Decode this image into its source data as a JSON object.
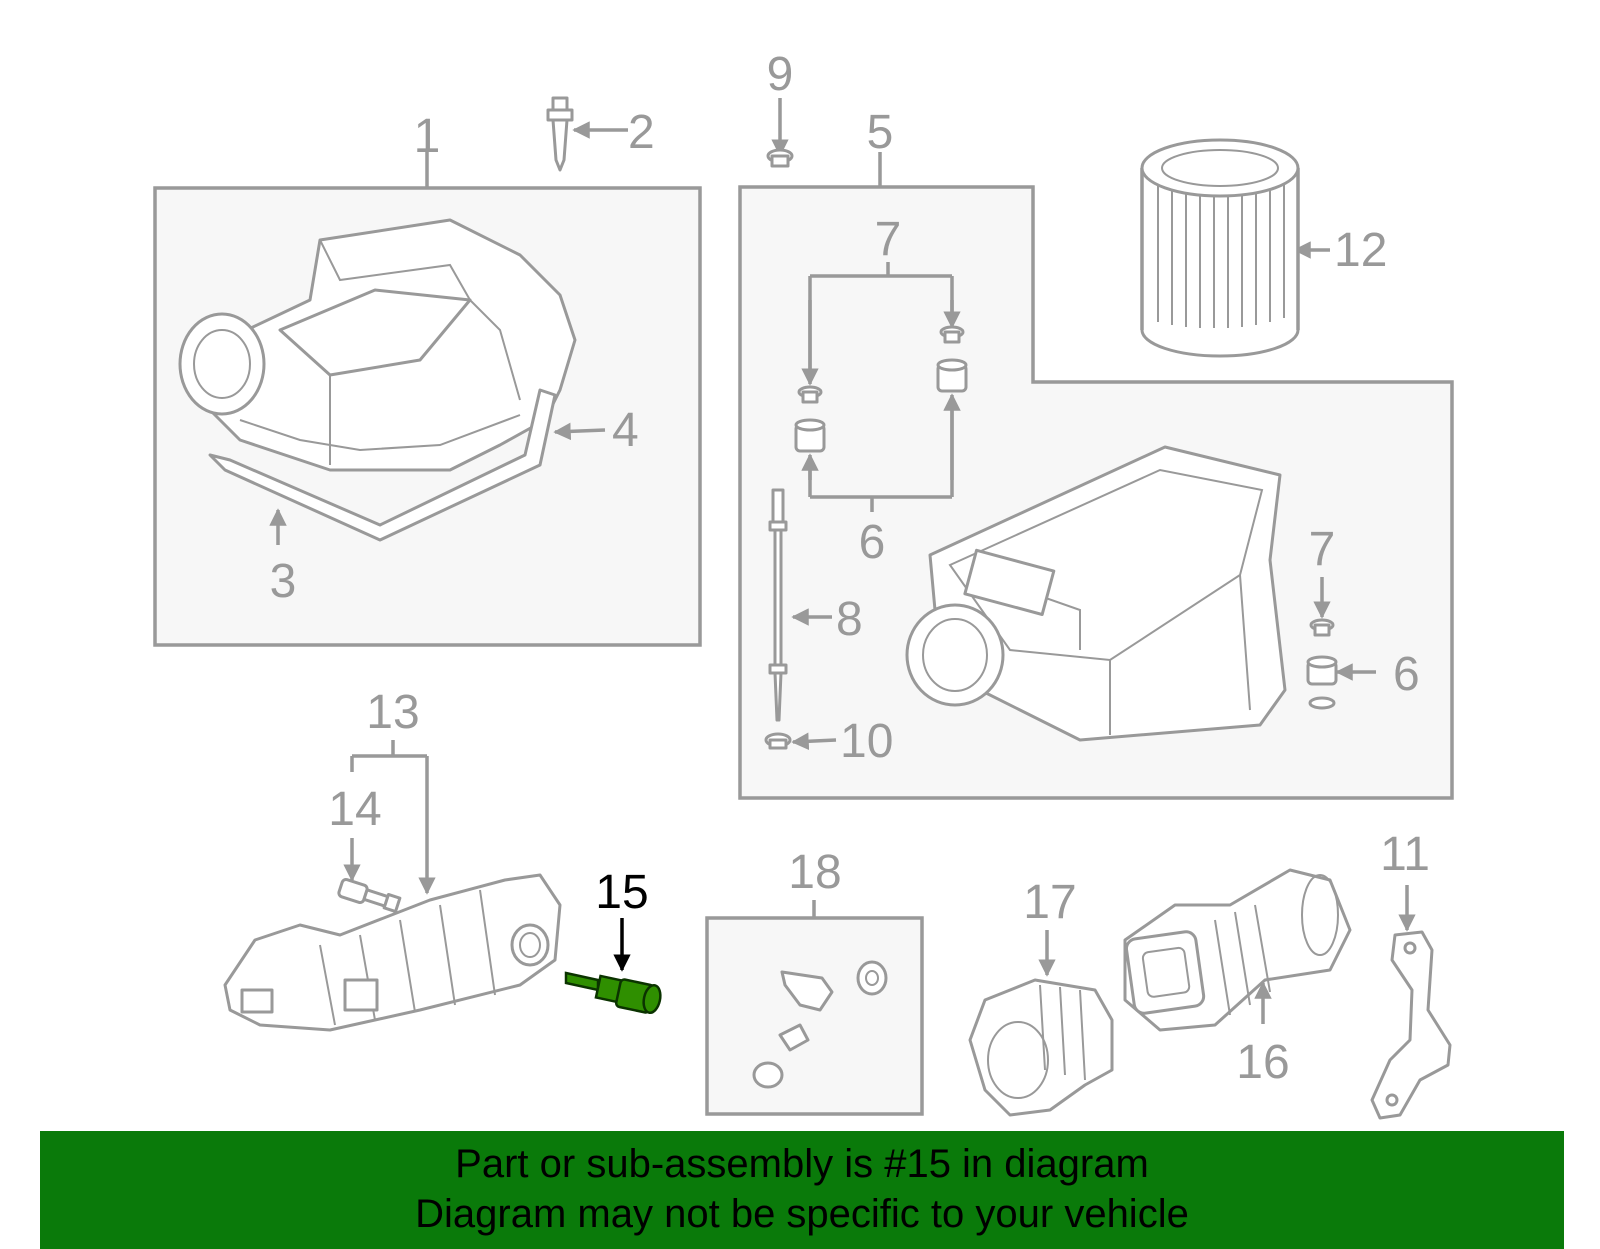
{
  "callouts": {
    "c1": "1",
    "c2": "2",
    "c3": "3",
    "c4": "4",
    "c5": "5",
    "c6a": "6",
    "c6b": "6",
    "c7a": "7",
    "c7b": "7",
    "c8": "8",
    "c9": "9",
    "c10": "10",
    "c11": "11",
    "c12": "12",
    "c13": "13",
    "c14": "14",
    "c15": "15",
    "c16": "16",
    "c17": "17",
    "c18": "18"
  },
  "highlight": {
    "part": "15",
    "color": "#0a7a0a"
  },
  "banner": {
    "line1": "Part or sub-assembly is #15 in diagram",
    "line2": "Diagram may not be specific to your vehicle"
  }
}
